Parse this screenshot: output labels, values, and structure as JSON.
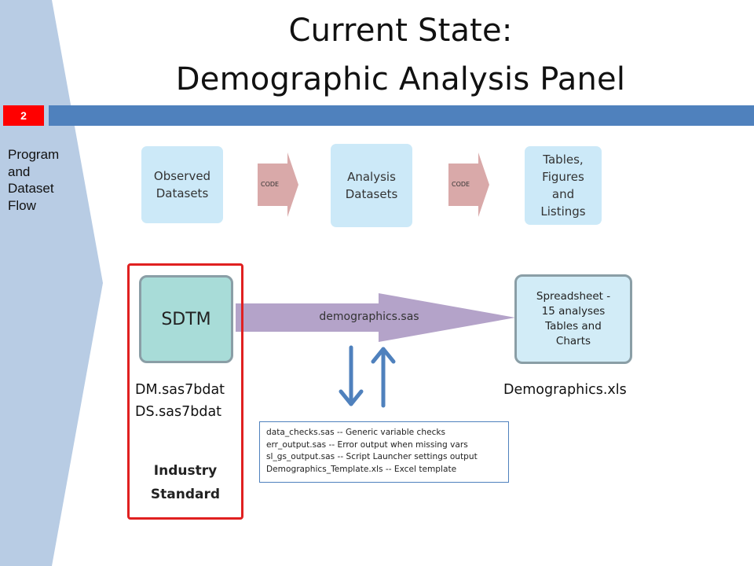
{
  "title": {
    "line1": "Current State:",
    "line2": "Demographic Analysis Panel"
  },
  "slide_number": "2",
  "sidebar": {
    "label_lines": [
      "Program",
      "and",
      "Dataset",
      "Flow"
    ]
  },
  "flow": {
    "step1": [
      "Observed",
      "Datasets"
    ],
    "arrow1_label": "CODE",
    "step2": [
      "Analysis",
      "Datasets"
    ],
    "arrow2_label": "CODE",
    "step3": [
      "Tables,",
      "Figures",
      "and",
      "Listings"
    ]
  },
  "process": {
    "source_box": "SDTM",
    "source_files": [
      "DM.sas7bdat",
      "DS.sas7bdat"
    ],
    "source_caption": [
      "Industry",
      "Standard"
    ],
    "program_label": "demographics.sas",
    "target_box": [
      "Spreadsheet -",
      "15 analyses",
      "Tables and",
      "Charts"
    ],
    "target_file": "Demographics.xls",
    "support_files": [
      "data_checks.sas -- Generic variable checks",
      "err_output.sas -- Error output when missing vars",
      "sl_gs_output.sas -- Script Launcher settings output",
      "Demographics_Template.xls -- Excel template"
    ]
  },
  "colors": {
    "accent_bar": "#4f81bd",
    "sidebar_panel": "#b8cce4",
    "flow_box": "#cce9f8",
    "code_arrow": "#d9a9a9",
    "process_arrow": "#b4a3c9",
    "red_frame": "#e02020"
  }
}
